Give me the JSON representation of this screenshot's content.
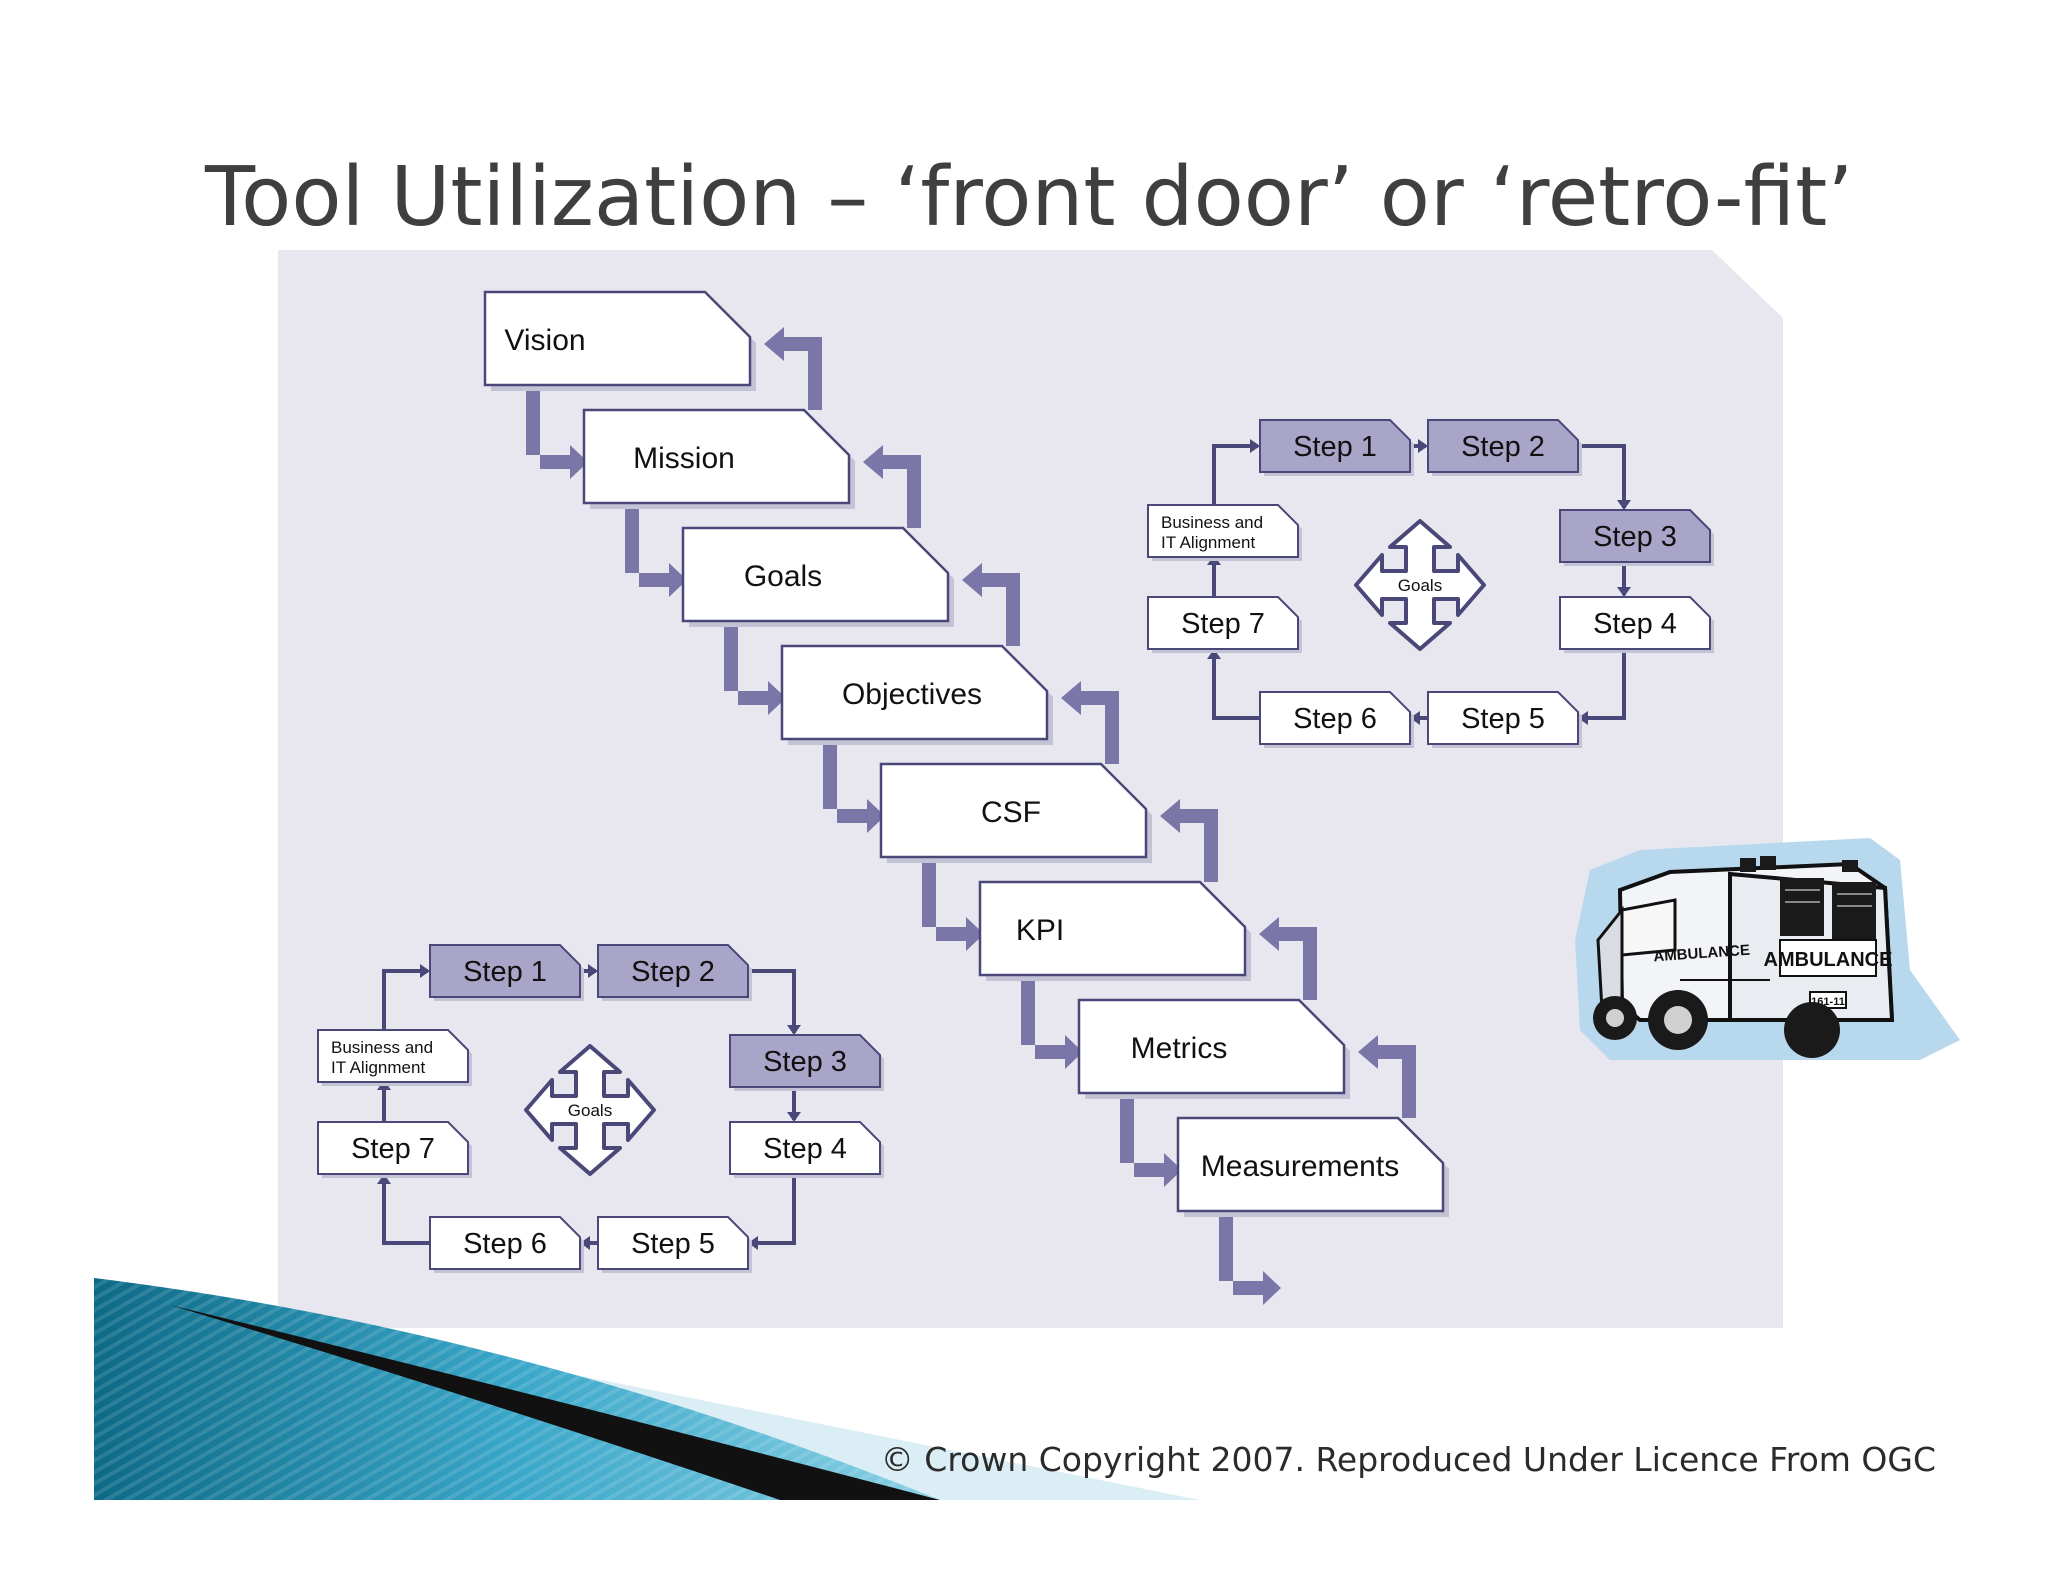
{
  "title": "Tool Utilization – ‘front door’ or ‘retro-fit’",
  "footer": "© Crown Copyright 2007.  Reproduced Under Licence From OGC",
  "cascade": [
    "Vision",
    "Mission",
    "Goals",
    "Objectives",
    "CSF",
    "KPI",
    "Metrics",
    "Measurements"
  ],
  "cycle_top": {
    "steps": [
      "Step 1",
      "Step 2",
      "Step 3",
      "Step 4",
      "Step 5",
      "Step 6",
      "Step 7"
    ],
    "alignment": [
      "Business and",
      "IT Alignment"
    ],
    "center": "Goals"
  },
  "cycle_bottom": {
    "steps": [
      "Step 1",
      "Step 2",
      "Step 3",
      "Step 4",
      "Step 5",
      "Step 6",
      "Step 7"
    ],
    "alignment": [
      "Business and",
      "IT Alignment"
    ],
    "center": "Goals"
  },
  "ambulance": {
    "side_text": "AMBULANCE",
    "rear_text": "AMBULANCE",
    "plate": "161-11"
  },
  "colors": {
    "panel": "#e8e7f0",
    "arrow": "#7a77a8",
    "box_stroke": "#4a4878",
    "step_fill": "#a8a5c8",
    "teal": "#1b7f9c"
  }
}
